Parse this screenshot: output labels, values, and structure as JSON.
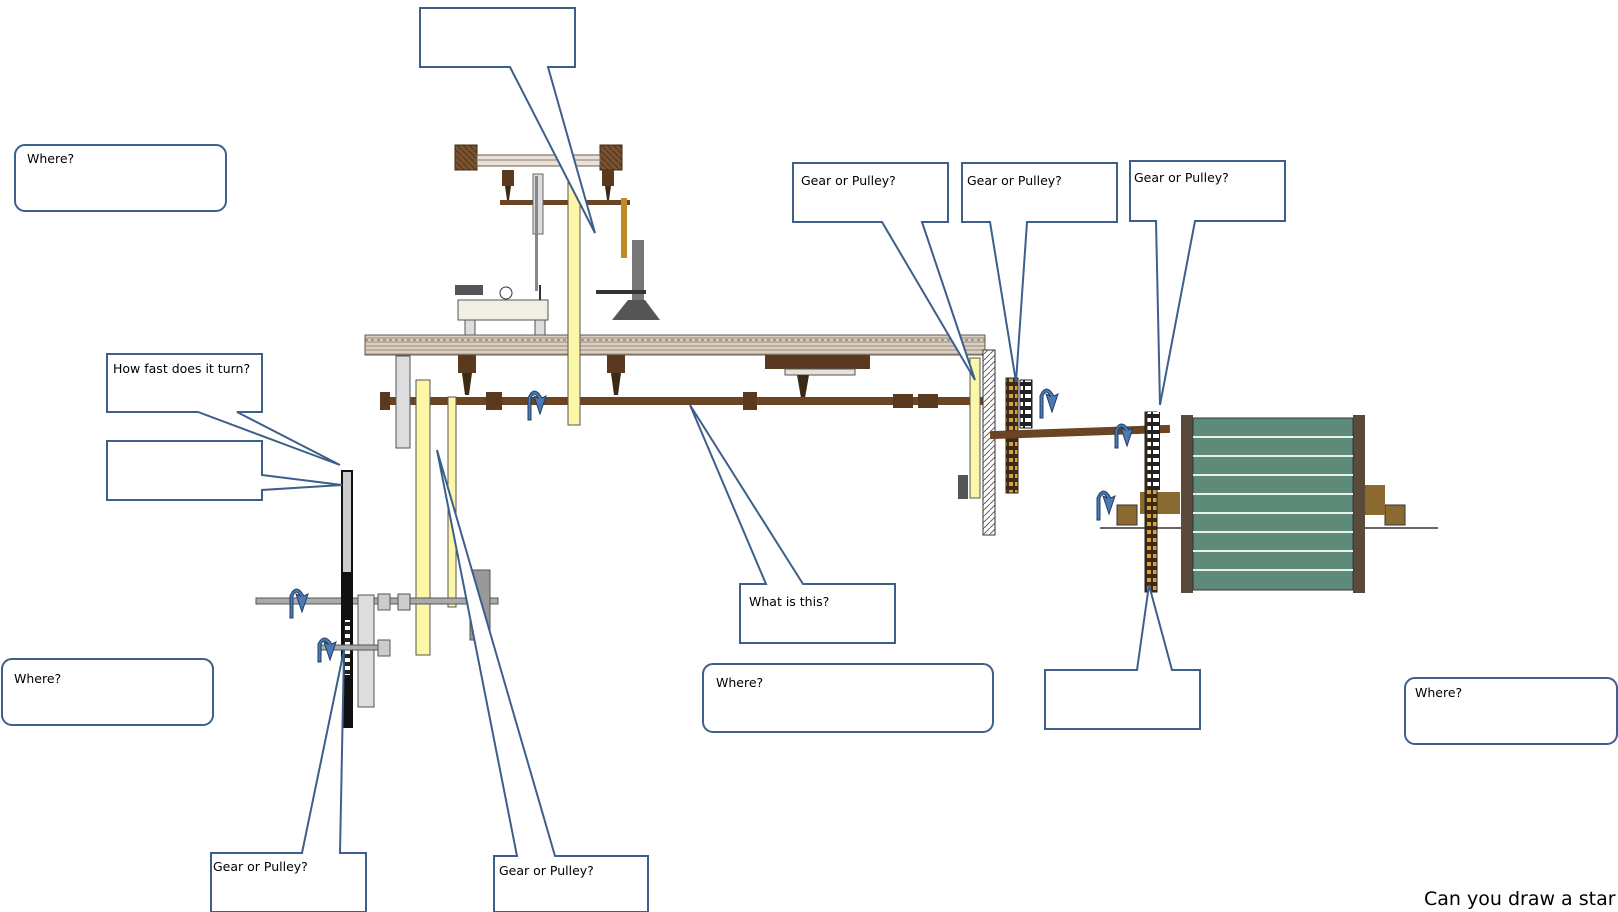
{
  "callouts": {
    "where_1": "Where?",
    "where_2": "Where?",
    "where_3": "Where?",
    "where_4": "Where?",
    "how_fast": "How fast does it turn?",
    "gear_or_pulley_1": "Gear or Pulley?",
    "gear_or_pulley_2": "Gear or Pulley?",
    "gear_or_pulley_3": "Gear or Pulley?",
    "gear_or_pulley_4": "Gear or Pulley?",
    "gear_or_pulley_5": "Gear or Pulley?",
    "what_is_this": "What is this?"
  },
  "footer": {
    "text": "Can you draw a star w"
  },
  "colors": {
    "callout_stroke": "#3d5f8c",
    "shaft": "#6b4423",
    "belt": "#fbf7a6",
    "drum": "#5e8a7a",
    "rotation_arrow": "#4a7bb5"
  }
}
